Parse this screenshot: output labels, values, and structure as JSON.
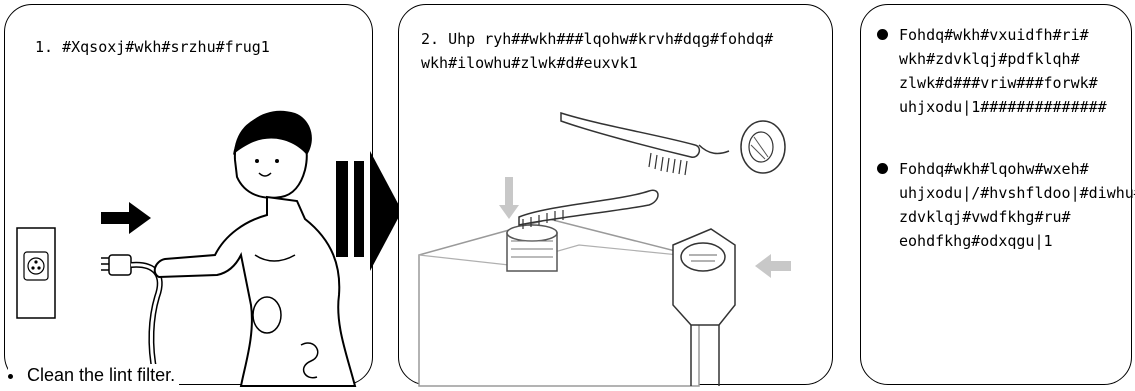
{
  "panels": [
    {
      "step_text": "1. #Xqsoxj#wkh#srzhu#frug1"
    },
    {
      "step_text": "2. Uhp ryh##wkh###lqohw#krvh#dqg#fohdq#\nwkh#ilowhu#zlwk#d#euxvk1"
    }
  ],
  "notes": [
    {
      "text": "Fohdq#wkh#vxuidfh#ri#\nwkh#zdvklqj#pdfklqh#\nzlwk#d###vriw###forwk#\nuhjxodu|1##############"
    },
    {
      "text": "Fohdq#wkh#lqohw#wxeh#\nuhjxodu|/#hvshfldoo|#diwhu#\nzdvklqj#vwdfkhg#ru#\neohdfkhg#odxqgu|1"
    }
  ],
  "caption": {
    "text": "Clean the lint filter."
  }
}
